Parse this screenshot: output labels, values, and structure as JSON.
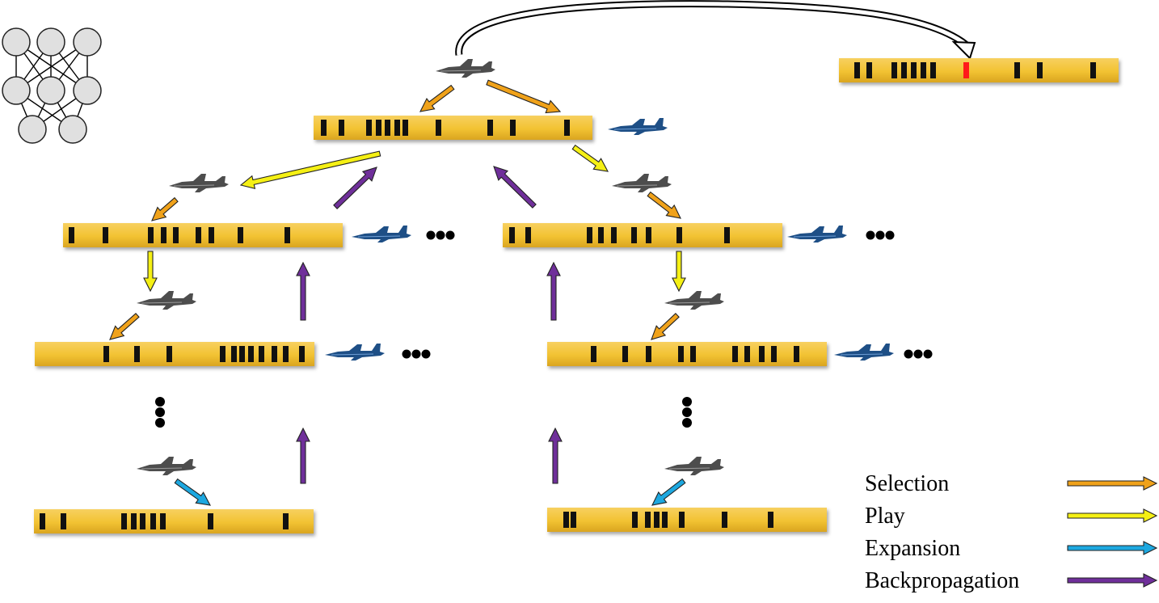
{
  "legend": {
    "items": [
      {
        "id": "selection",
        "label": "Selection",
        "color": "#f0a21a"
      },
      {
        "id": "play",
        "label": "Play",
        "color": "#f5f014"
      },
      {
        "id": "expansion",
        "label": "Expansion",
        "color": "#1da8e0"
      },
      {
        "id": "backpropagation",
        "label": "Backpropagation",
        "color": "#6f2f9a"
      }
    ]
  },
  "colors": {
    "bar_fill": "#f2c232",
    "bar_edge": "#d49a12",
    "mark": "#111111",
    "highlight_mark": "#ff1a1a",
    "neuron_fill": "#e0e0e0",
    "gray_plane": "#555555",
    "blue_plane": "#1e4f86"
  },
  "icons": {
    "network": "neural-network-icon",
    "gray_aircraft": "fighter-jet-gray-icon",
    "blue_aircraft": "fighter-jet-blue-icon",
    "ellipsis": "ellipsis-icon"
  }
}
